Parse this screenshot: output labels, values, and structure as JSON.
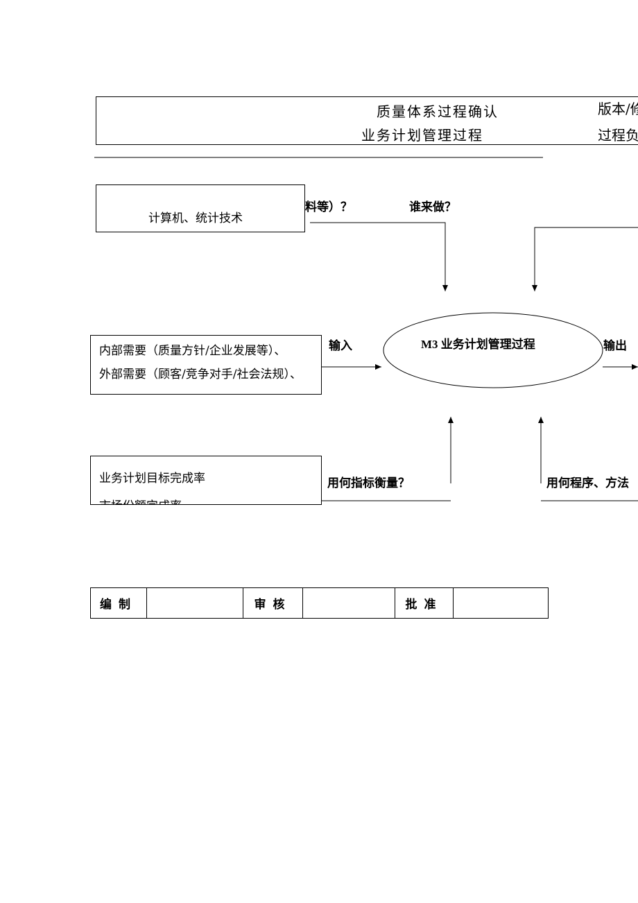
{
  "header": {
    "title": "质量体系过程确认",
    "subtitle": "业务计划管理过程",
    "right_top": "版本/修",
    "right_bottom": "过程负"
  },
  "resources_box": {
    "line1": "计算机、统计技术"
  },
  "question_what": "料等）？",
  "question_who": "谁来做？",
  "input_label": "输入",
  "output_label": "输出",
  "process_name": "M3 业务计划管理过程",
  "input_box": {
    "line1": "内部需要（质量方针/企业发展等）、",
    "line2": "外部需要（顾客/竞争对手/社会法规）、"
  },
  "measure_box": {
    "line1": "业务计划目标完成率",
    "line2": "市场份额完成率"
  },
  "question_measure": "用何指标衡量？",
  "question_method": "用何程序、方法",
  "sign_table": {
    "prepared_label": "编制",
    "reviewed_label": "审核",
    "approved_label": "批准",
    "prepared_value": "",
    "reviewed_value": "",
    "approved_value": ""
  }
}
